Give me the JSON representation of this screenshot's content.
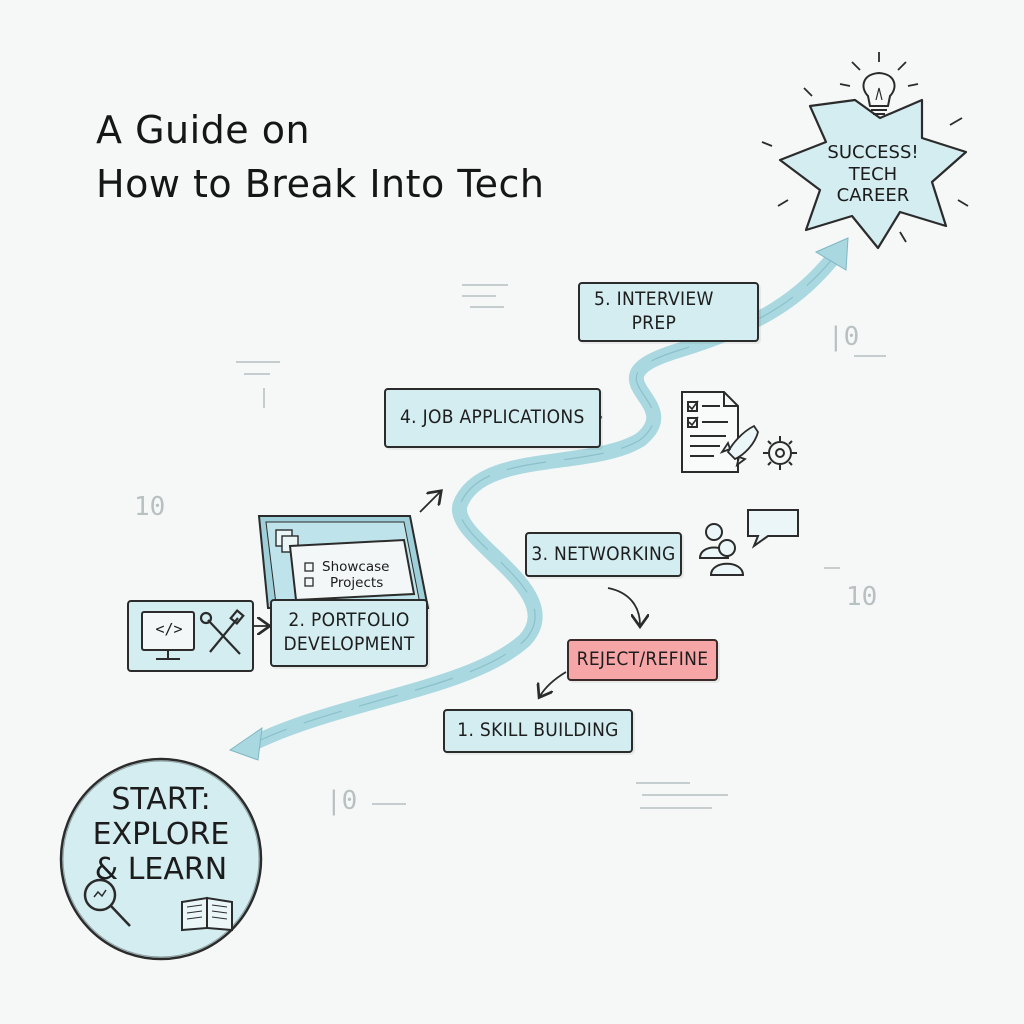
{
  "title": {
    "line1": "A Guide on",
    "line2": "How to Break Into Tech"
  },
  "start": {
    "label": "START:\nEXPLORE\n& LEARN"
  },
  "goal": {
    "label": "SUCCESS!\nTECH\nCAREER"
  },
  "steps": [
    {
      "label": "1. SKILL BUILDING"
    },
    {
      "label": "2. PORTFOLIO\nDEVELOPMENT"
    },
    {
      "label": "3. NETWORKING"
    },
    {
      "label": "4. JOB APPLICATIONS"
    },
    {
      "label": "5. INTERVIEW\nPREP"
    }
  ],
  "feedback": {
    "label": "REJECT/REFINE"
  },
  "folder": {
    "item1": "Showcase",
    "item2": "Projects"
  },
  "monitor_code": "</>",
  "background_marks": [
    "10",
    "10",
    "|0",
    "|0"
  ],
  "colors": {
    "path": "#a9d8e0",
    "box_fill": "#d3edf1",
    "reject_fill": "#f6a6a6",
    "ink": "#1c1c1c"
  },
  "icons": [
    "lightbulb-icon",
    "microphone-icon",
    "rocket-icon",
    "document-checklist-icon",
    "gear-icon",
    "people-icon",
    "chat-bubble-icon",
    "monitor-code-icon",
    "wrench-screwdriver-icon",
    "magnifier-icon",
    "open-book-icon",
    "briefcase-folder-icon"
  ]
}
